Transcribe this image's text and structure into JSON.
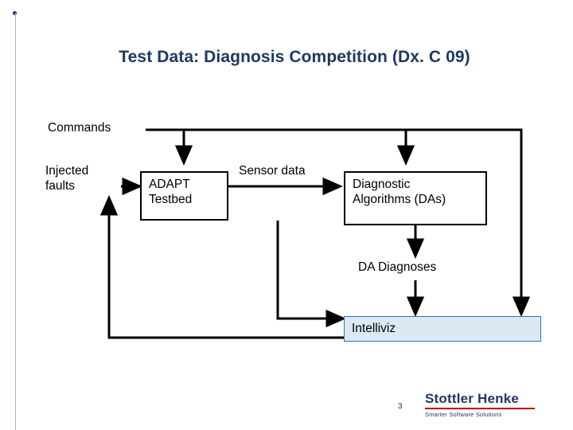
{
  "slide": {
    "title": "Test Data: Diagnosis Competition (Dx. C 09)",
    "page_number": "3"
  },
  "diagram": {
    "type": "block-flow",
    "labels": [
      {
        "key": "commands",
        "text": "Commands"
      },
      {
        "key": "injected_faults",
        "text": "Injected\nfaults"
      },
      {
        "key": "sensor_data",
        "text": "Sensor data"
      },
      {
        "key": "da_diagnoses",
        "text": "DA Diagnoses"
      }
    ],
    "boxes": [
      {
        "key": "adapt_testbed",
        "text": "ADAPT\nTestbed"
      },
      {
        "key": "diagnostic_algorithms",
        "text": "Diagnostic\nAlgorithms (DAs)"
      },
      {
        "key": "intelliviz",
        "text": "Intelliviz"
      }
    ]
  },
  "logo": {
    "name": "Stottler Henke",
    "tagline": "Smarter Software Solutions",
    "accent_color": "#c00000",
    "text_color": "#1f3864"
  },
  "colors": {
    "title": "#1f3864",
    "stroke": "#000000",
    "intelliviz_fill": "#dce9f2",
    "intelliviz_border": "#2e74b5",
    "left_rule": "#9fb6d6"
  }
}
